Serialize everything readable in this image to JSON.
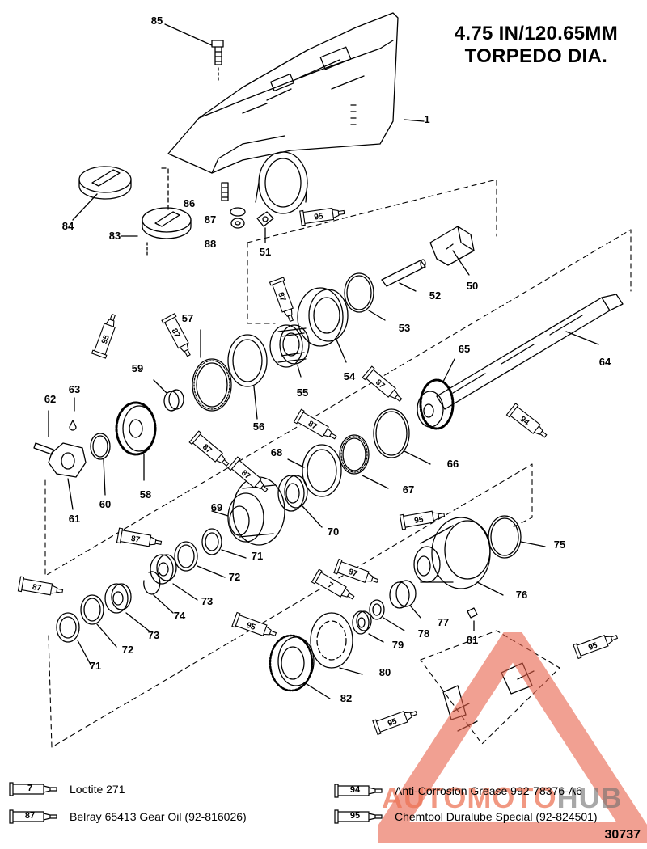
{
  "title": {
    "line1": "4.75 IN/120.65MM",
    "line2": "TORPEDO DIA."
  },
  "callouts": [
    {
      "n": "1"
    },
    {
      "n": "85"
    },
    {
      "n": "84"
    },
    {
      "n": "83"
    },
    {
      "n": "86"
    },
    {
      "n": "87"
    },
    {
      "n": "88"
    },
    {
      "n": "51"
    },
    {
      "n": "50"
    },
    {
      "n": "52"
    },
    {
      "n": "53"
    },
    {
      "n": "57"
    },
    {
      "n": "55"
    },
    {
      "n": "54"
    },
    {
      "n": "65"
    },
    {
      "n": "64"
    },
    {
      "n": "59"
    },
    {
      "n": "63"
    },
    {
      "n": "62"
    },
    {
      "n": "56"
    },
    {
      "n": "58"
    },
    {
      "n": "60"
    },
    {
      "n": "61"
    },
    {
      "n": "68"
    },
    {
      "n": "67"
    },
    {
      "n": "66"
    },
    {
      "n": "69"
    },
    {
      "n": "70"
    },
    {
      "n": "71"
    },
    {
      "n": "72"
    },
    {
      "n": "73"
    },
    {
      "n": "74"
    },
    {
      "n": "75"
    },
    {
      "n": "76"
    },
    {
      "n": "77"
    },
    {
      "n": "78"
    },
    {
      "n": "79"
    },
    {
      "n": "80"
    },
    {
      "n": "81"
    },
    {
      "n": "82"
    },
    {
      "n": "72"
    },
    {
      "n": "73"
    },
    {
      "n": "71"
    }
  ],
  "tubes": [
    {
      "code": "95"
    },
    {
      "code": "87"
    },
    {
      "code": "87"
    },
    {
      "code": "95"
    },
    {
      "code": "87"
    },
    {
      "code": "94"
    },
    {
      "code": "87"
    },
    {
      "code": "87"
    },
    {
      "code": "87"
    },
    {
      "code": "95"
    },
    {
      "code": "87"
    },
    {
      "code": "87"
    },
    {
      "code": "7"
    },
    {
      "code": "87"
    },
    {
      "code": "95"
    },
    {
      "code": "95"
    },
    {
      "code": "95"
    }
  ],
  "legend": [
    {
      "code": "7",
      "label": "Loctite 271"
    },
    {
      "code": "87",
      "label": "Belray 65413 Gear Oil (92-816026)"
    },
    {
      "code": "94",
      "label": "Anti-Corrosion Grease 992-78376-A6"
    },
    {
      "code": "95",
      "label": "Chemtool Duralube Special (92-824501)"
    }
  ],
  "doc_number": "30737",
  "watermark": {
    "brand_a": "AUTOMOTO",
    "brand_b": "HUB"
  },
  "colors": {
    "ink": "#000000",
    "watermark_red": "#e8604a",
    "watermark_gray": "#707070"
  }
}
